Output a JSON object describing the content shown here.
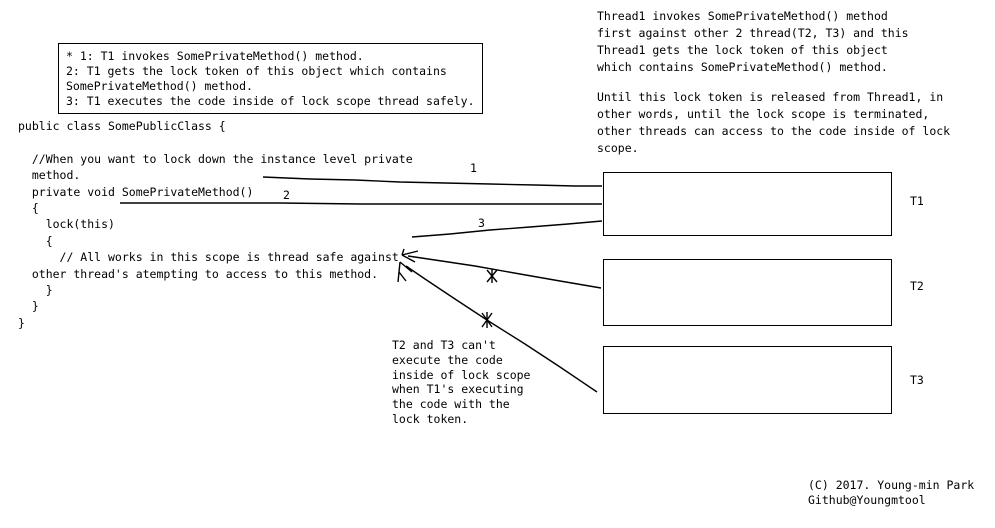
{
  "note_box": {
    "lines": [
      "* 1: T1 invokes SomePrivateMethod() method.",
      "2: T1 gets the lock token of this object which contains",
      "SomePrivateMethod() method.",
      "3: T1 executes the code inside of lock scope thread safely."
    ]
  },
  "code_block": {
    "lines": [
      "public class SomePublicClass {",
      "",
      "  //When you want to lock down the instance level private",
      "  method.",
      "  private void SomePrivateMethod()",
      "  {",
      "    lock(this)",
      "    {",
      "      // All works in this scope is thread safe against",
      "  other thread's atempting to access to this method.",
      "    }",
      "  }",
      "}"
    ]
  },
  "paragraph_top": {
    "lines": [
      "Thread1 invokes SomePrivateMethod() method",
      "first against other 2 thread(T2, T3) and this",
      "Thread1 gets the lock token of this object",
      "which contains SomePrivateMethod() method."
    ]
  },
  "paragraph_until": {
    "lines": [
      "Until this lock token is released from Thread1, in",
      "other words, until the lock scope is terminated,",
      "other threads can access to the code inside of lock",
      "scope."
    ]
  },
  "blocked_note": {
    "lines": [
      "T2 and T3 can't",
      "execute the code",
      "inside of lock scope",
      "when T1's executing",
      "the code with the",
      "lock token."
    ]
  },
  "threads": [
    {
      "label": "T1"
    },
    {
      "label": "T2"
    },
    {
      "label": "T3"
    }
  ],
  "connector_labels": {
    "one": "1",
    "two": "2",
    "three": "3"
  },
  "footer": {
    "lines": [
      "(C) 2017. Young-min Park",
      "Github@Youngmtool"
    ]
  },
  "colors": {
    "background": "#ffffff",
    "ink": "#000000"
  }
}
